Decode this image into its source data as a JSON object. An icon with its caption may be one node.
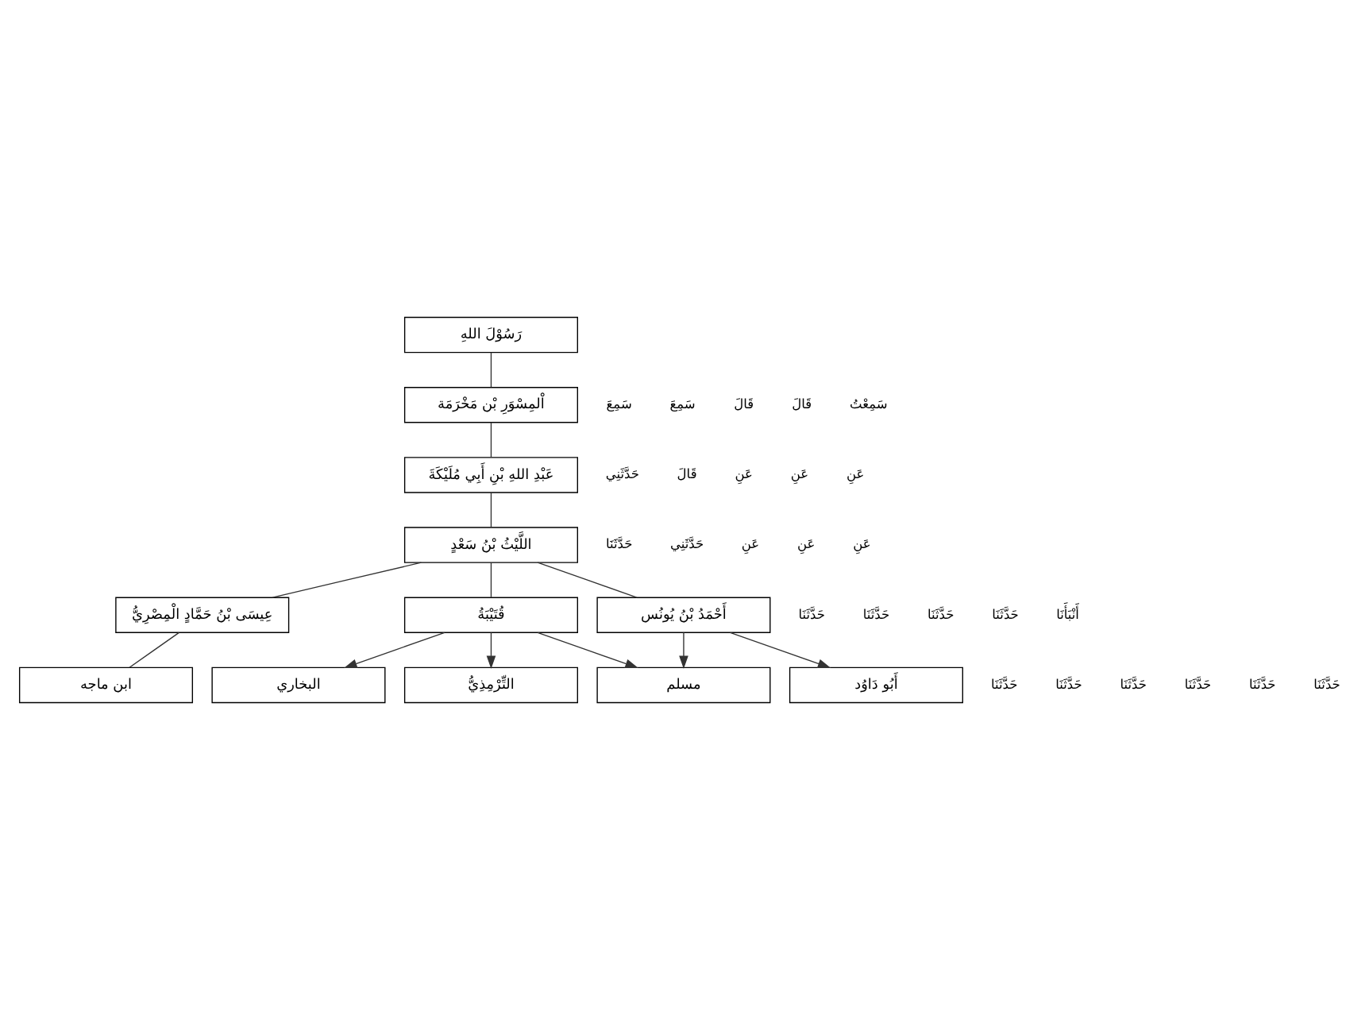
{
  "diagram": {
    "nodes": [
      {
        "text": [
          "رَسُوْلَ اللهِ"
        ]
      },
      {
        "text": [
          "اْلمِسْوَرِ بْن مَخْرَمَة"
        ]
      },
      {
        "text": [
          "عَبْدِ اللهِ بْنِ أَبِي مُلَيْكَةَ"
        ]
      },
      {
        "text": [
          "اللَّيْثُ بْنُ سَعْدٍ"
        ]
      },
      {
        "text": [
          "عِيسَى بْنُ حَمَّادٍ الْمِصْرِيُّ"
        ]
      },
      {
        "text": [
          "قُتَيْبَةُ"
        ]
      },
      {
        "text": [
          "أَحْمَدُ بْنُ يُونُس"
        ]
      },
      {
        "text": [
          "ابن ماجه"
        ]
      },
      {
        "text": [
          "البخاري"
        ]
      },
      {
        "text": [
          "التِّرْمِذِيُّ"
        ]
      },
      {
        "text": [
          "مسلم"
        ]
      },
      {
        "text": [
          "أَبُو دَاوُد"
        ]
      }
    ],
    "edges": [
      {
        "from": 0,
        "to": 1,
        "arrow": "none"
      },
      {
        "from": 1,
        "to": 2,
        "arrow": "none"
      },
      {
        "from": 2,
        "to": 3,
        "arrow": "none"
      },
      {
        "from": 3,
        "to": 4,
        "arrow": "none"
      },
      {
        "from": 3,
        "to": 5,
        "arrow": "none"
      },
      {
        "from": 3,
        "to": 6,
        "arrow": "none"
      },
      {
        "from": 4,
        "to": 7,
        "arrow": "none"
      },
      {
        "from": 5,
        "to": 8,
        "arrow": "to"
      },
      {
        "from": 5,
        "to": 9,
        "arrow": "to"
      },
      {
        "from": 5,
        "to": 10,
        "arrow": "to"
      },
      {
        "from": 6,
        "to": 10,
        "arrow": "to"
      },
      {
        "from": 6,
        "to": 11,
        "arrow": "to"
      }
    ],
    "labels": [
      "سَمِعْتُ",
      "قَالَ",
      "قَالَ",
      "سَمِعَ",
      "سَمِعَ",
      "عَنِ",
      "عَنِ",
      "عَنِ",
      "حَدَّثَنِي",
      "قَالَ",
      "عَنِ",
      "عَنِ",
      "عَنِ",
      "حَدَّثَنَا",
      "حَدَّثَنِي",
      "حَدَّثَنَا",
      "أَنْبَأَنَا",
      "حَدَّثَنَا",
      "حَدَّثَنَا",
      "حَدَّثَنَا",
      "حَدَّثَنَا",
      "حَدَّثَنَا",
      "حَدَّثَنَا",
      "حَدَّثَنَا",
      "حَدَّثَنَا",
      "حَدَّثَنَا"
    ]
  }
}
